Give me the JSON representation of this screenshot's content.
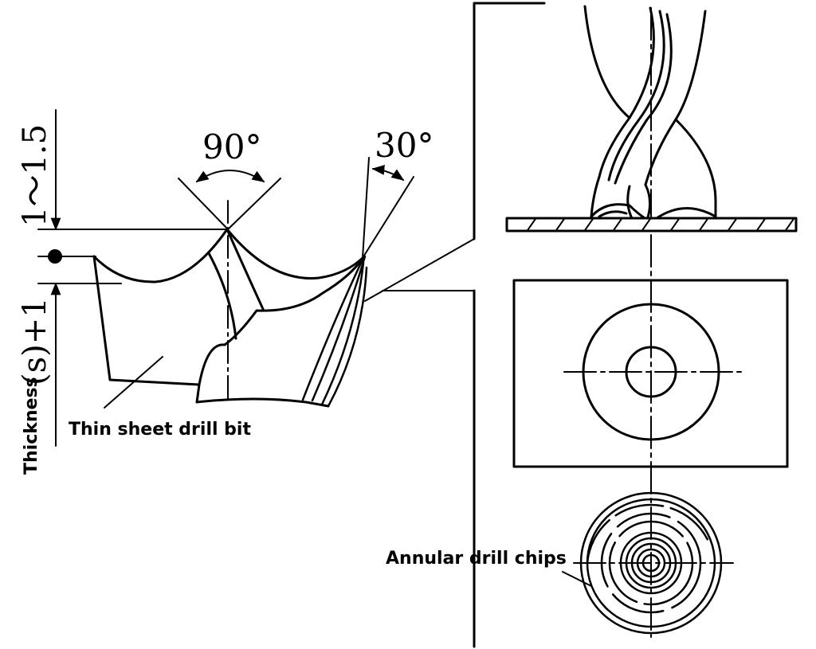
{
  "diagram": {
    "angle_point": "90°",
    "angle_margin": "30°",
    "dim_margin": "1～1.5",
    "dim_thickness_prefix": "Thickness",
    "dim_thickness_formula": "(s)+1",
    "label_drill_bit": "Thin sheet drill bit",
    "label_chips": "Annular drill chips"
  }
}
